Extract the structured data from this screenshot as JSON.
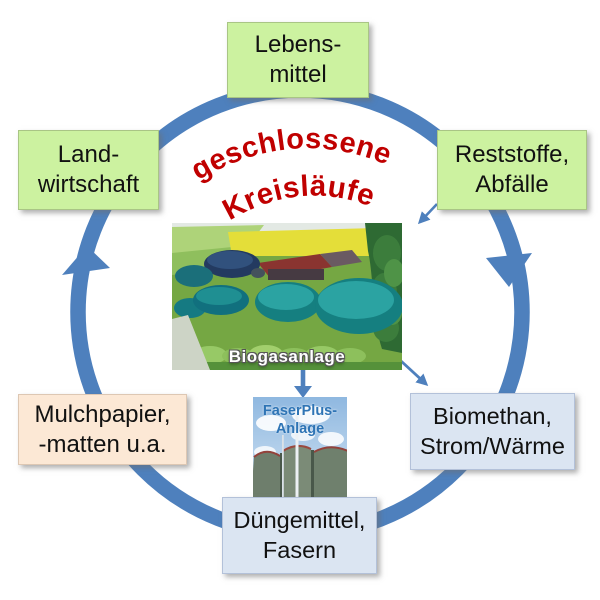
{
  "title": {
    "line1": "geschlossene",
    "line2": "Kreisläufe",
    "color": "#c00000"
  },
  "cycle": {
    "direction": "clockwise",
    "color": "#4e80bd"
  },
  "nodes": {
    "lebensmittel": {
      "label": "Lebens-\nmittel",
      "category": "green"
    },
    "landwirtschaft": {
      "label": "Land-\nwirtschaft",
      "category": "green"
    },
    "reststoffe": {
      "label": "Reststoffe,\nAbfälle",
      "category": "green"
    },
    "mulchpapier": {
      "label": "Mulchpapier,\n-matten u.a.",
      "category": "peach"
    },
    "biomethan": {
      "label": "Biomethan,\nStrom/Wärme",
      "category": "blue"
    },
    "duengemittel": {
      "label": "Düngemittel,\nFasern",
      "category": "blue"
    }
  },
  "images": {
    "biogasanlage": {
      "caption": "Biogasanlage"
    },
    "faserplus": {
      "caption": "FaserPlus-\nAnlage",
      "caption_color": "#2e74b5"
    }
  },
  "colors": {
    "green_box": "#ccf2a0",
    "blue_box": "#dbe5f2",
    "peach_box": "#fce8d5",
    "arrow_blue": "#4e80bd",
    "title_red": "#c00000"
  }
}
